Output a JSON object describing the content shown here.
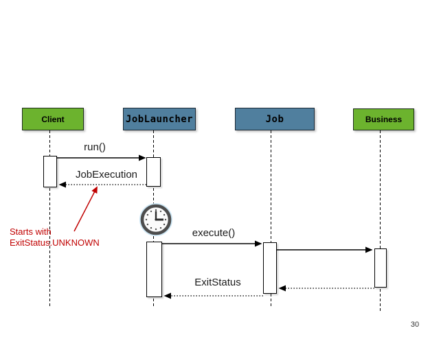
{
  "page": {
    "number": "30"
  },
  "diagram": {
    "type": "uml-sequence",
    "actors": [
      {
        "label": "Client",
        "fill": "#6CB32E",
        "style": "green"
      },
      {
        "label": "JobLauncher",
        "fill": "#507F9E",
        "style": "blue"
      },
      {
        "label": "Job",
        "fill": "#507F9E",
        "style": "blue"
      },
      {
        "label": "Business",
        "fill": "#6CB32E",
        "style": "green"
      }
    ],
    "messages": [
      {
        "label": "run()",
        "from": "Client",
        "to": "JobLauncher",
        "line": "solid"
      },
      {
        "label": "JobExecution",
        "from": "JobLauncher",
        "to": "Client",
        "line": "dotted"
      },
      {
        "label": "execute()",
        "from": "JobLauncher",
        "to": "Job",
        "line": "solid"
      },
      {
        "label": "",
        "from": "Job",
        "to": "Business",
        "line": "solid"
      },
      {
        "label": "",
        "from": "Business",
        "to": "Job",
        "line": "dotted"
      },
      {
        "label": "ExitStatus",
        "from": "Job",
        "to": "JobLauncher",
        "line": "dotted"
      }
    ],
    "annotation": {
      "line1": "Starts with",
      "line2": "ExitStatus.UNKNOWN",
      "color": "#C00000"
    },
    "icons": {
      "clock": "clock-icon"
    }
  }
}
